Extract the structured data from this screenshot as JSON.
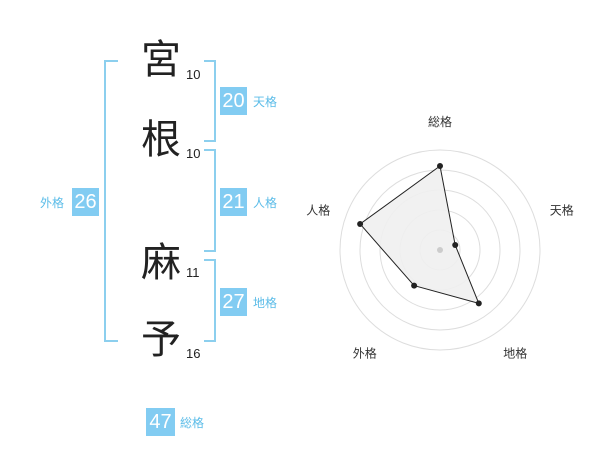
{
  "name": {
    "chars": [
      {
        "char": "宮",
        "strokes": "10"
      },
      {
        "char": "根",
        "strokes": "10"
      },
      {
        "char": "麻",
        "strokes": "11"
      },
      {
        "char": "予",
        "strokes": "16"
      }
    ]
  },
  "kaku": {
    "tenkaku": {
      "value": "20",
      "label": "天格"
    },
    "jinkaku": {
      "value": "21",
      "label": "人格"
    },
    "chikaku": {
      "value": "27",
      "label": "地格"
    },
    "gaikaku": {
      "value": "26",
      "label": "外格"
    },
    "soukaku": {
      "value": "47",
      "label": "総格"
    }
  },
  "radar": {
    "rings": 5,
    "axes": [
      {
        "label": "総格",
        "score": 4.2
      },
      {
        "label": "天格",
        "score": 0.8
      },
      {
        "label": "地格",
        "score": 3.3
      },
      {
        "label": "外格",
        "score": 2.2
      },
      {
        "label": "人格",
        "score": 4.2
      }
    ],
    "colors": {
      "fill": "#f0f0f0",
      "line": "#222222",
      "ring": "#dddddd",
      "center": "#cccccc"
    }
  },
  "colors": {
    "accent_box": "#82ccf2",
    "accent_text": "#5bbce8",
    "bracket": "#8ccfee"
  }
}
